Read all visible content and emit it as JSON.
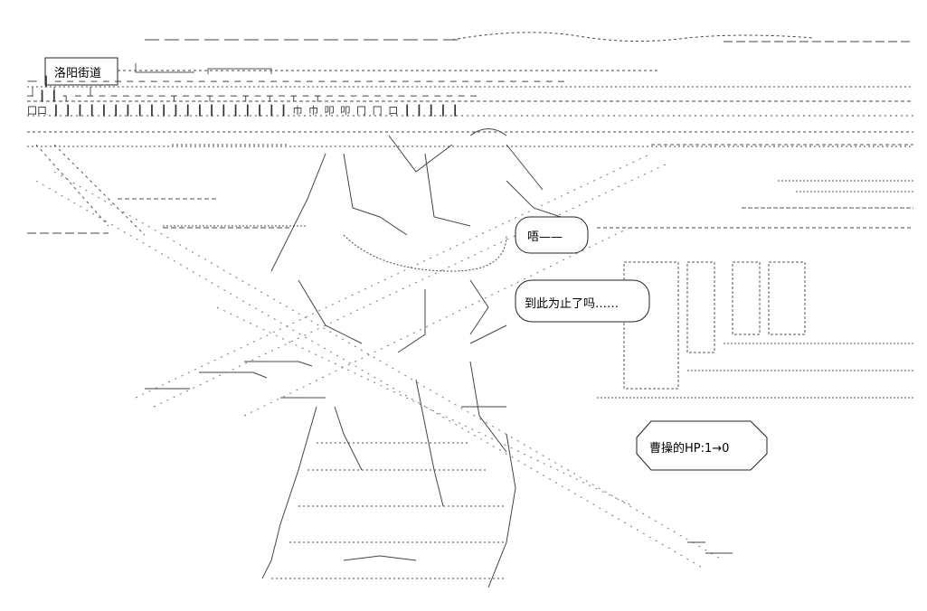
{
  "location_sign": "洛阳街道",
  "speech_bubble_1": "唔——",
  "speech_bubble_2": "到此为止了吗……",
  "status_box": "曹操的HP:1→0",
  "art_rows": [
    "一 ┃ ─ ─ ─ ─ ─ ─ ─ ─ ─ ─ ─ ─ ─ ─ ─ ─ ─ ─ ─ ─ ─ ─ ─ ─ ─ ─ ─ ─ ─ ─ ─ ─ ─ ─ ─ ─ ─ ─ ─ ─ ─ ─ ─",
    "─ ┃ ┃ ┐ ─ ─ ─ ─ ─ ─ ─ ─ ┬ ─ ─ ┬ ─ ─ ┬ ─ ┬ ─ ┬ ─ ┬ ─ ─ ─ ─ ─ ─ ─ ─ ─ ─ ─ ─ ─",
    "囗口 ┃ ┃ ┃ ┃ ┃ ┃ ┃ ┃ ┃ ┃ ┃ ┃ ┃ ┃ ┃ ┃ ┃ ┃ ┃ ┃ 巾 巾 叩 叩 冂 冂 口 ┃ ┃ ┃ ┃ ┃"
  ]
}
